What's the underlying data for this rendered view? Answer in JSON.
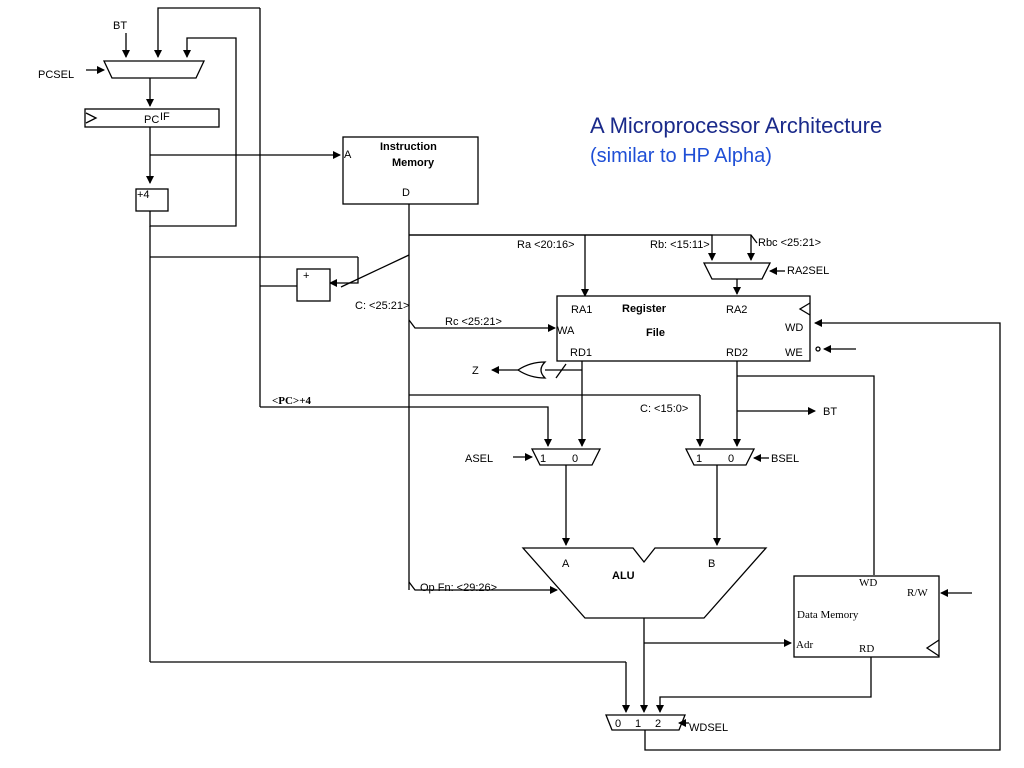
{
  "title": {
    "line1": "A Microprocessor Architecture",
    "line2": "(similar to HP Alpha)",
    "line1_color": "#1a2a8a",
    "line2_color": "#1f4fd6"
  },
  "pc": {
    "bt_label": "BT",
    "pcsel_label": "PCSEL",
    "pc_label": "PC",
    "if_label": "IF",
    "plus4_label": "+4",
    "branch_adder_label": "+"
  },
  "instruction_memory": {
    "title1": "Instruction",
    "title2": "Memory",
    "addr_port": "A",
    "data_port": "D"
  },
  "fields": {
    "ra": "Ra <20:16>",
    "rb": "Rb: <15:11>",
    "rbc": "Rbc <25:21>",
    "ra2sel": "RA2SEL",
    "c_branch": "C: <25:21>",
    "rc": "Rc <25:21>",
    "c_imm": "C: <15:0>",
    "pc_plus4": "<PC>+4",
    "opfn": "Op Fn: <29:26>",
    "bt_out": "BT",
    "z": "Z"
  },
  "register_file": {
    "title1": "Register",
    "title2": "File",
    "ra1": "RA1",
    "ra2": "RA2",
    "wa": "WA",
    "wd": "WD",
    "rd1": "RD1",
    "rd2": "RD2",
    "we": "WE"
  },
  "muxes": {
    "asel": "ASEL",
    "bsel": "BSEL",
    "wdsel": "WDSEL",
    "in1": "1",
    "in0": "0",
    "w0": "0",
    "w1": "1",
    "w2": "2"
  },
  "alu": {
    "label": "ALU",
    "a": "A",
    "b": "B"
  },
  "data_memory": {
    "title": "Data Memory",
    "wd": "WD",
    "rw": "R/W",
    "adr": "Adr",
    "rd": "RD"
  }
}
